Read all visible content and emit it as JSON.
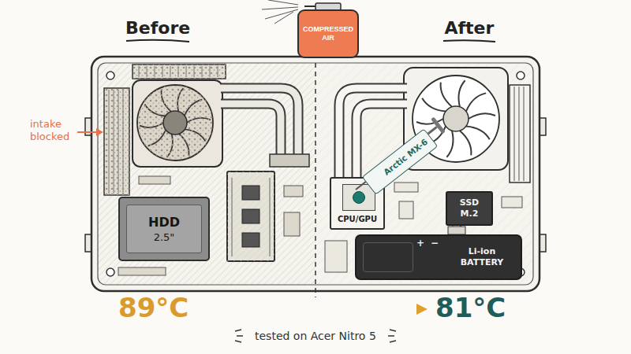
{
  "diagram": {
    "caption": "tested on Acer Nitro 5",
    "nodes": [
      {
        "text": [
          "COMPRESSED AIR"
        ]
      },
      {
        "text": [
          "HDD",
          "2.5\""
        ]
      },
      {
        "text": [
          "Arctic MX-6"
        ]
      },
      {
        "text": [
          "CPU/GPU"
        ]
      },
      {
        "text": [
          "SSD",
          "M.2"
        ]
      },
      {
        "text": [
          "Li-ion",
          "BATTERY"
        ]
      }
    ],
    "labels": [
      "Before",
      "After",
      "intake blocked",
      "+",
      "−",
      "89°C",
      "81°C"
    ]
  }
}
